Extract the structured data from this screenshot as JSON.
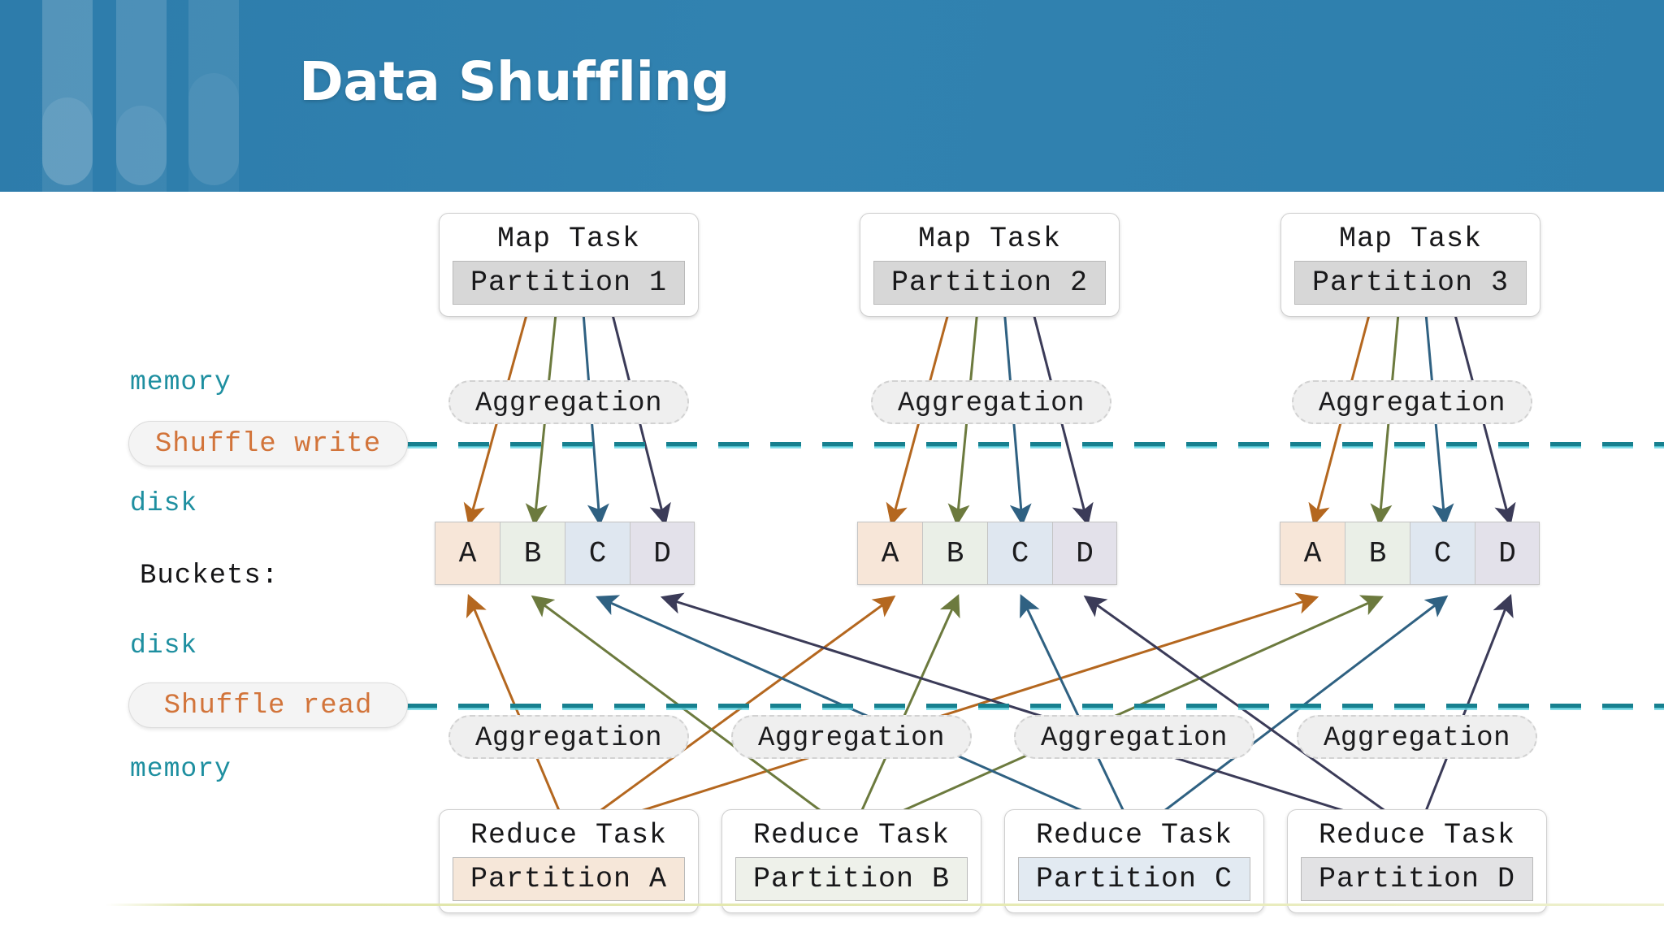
{
  "header": {
    "title": "Data Shuffling",
    "bg_color": "#3182b0",
    "title_color": "#ffffff"
  },
  "labels": {
    "memory_top": "memory",
    "disk_upper": "disk",
    "buckets": "Buckets:",
    "disk_lower": "disk",
    "memory_bottom": "memory",
    "label_color": "#1e8fa0"
  },
  "shuffle": {
    "write": "Shuffle write",
    "read": "Shuffle read",
    "text_color": "#d2743a",
    "rule_color": "#17808f"
  },
  "map_tasks": [
    {
      "title": "Map Task",
      "partition": "Partition 1"
    },
    {
      "title": "Map Task",
      "partition": "Partition 2"
    },
    {
      "title": "Map Task",
      "partition": "Partition 3"
    }
  ],
  "aggregation_top": [
    {
      "label": "Aggregation"
    },
    {
      "label": "Aggregation"
    },
    {
      "label": "Aggregation"
    }
  ],
  "aggregation_bottom": [
    {
      "label": "Aggregation"
    },
    {
      "label": "Aggregation"
    },
    {
      "label": "Aggregation"
    },
    {
      "label": "Aggregation"
    }
  ],
  "bucket_groups": [
    {
      "cells": [
        "A",
        "B",
        "C",
        "D"
      ]
    },
    {
      "cells": [
        "A",
        "B",
        "C",
        "D"
      ]
    },
    {
      "cells": [
        "A",
        "B",
        "C",
        "D"
      ]
    }
  ],
  "bucket_colors": {
    "A": "#f7e6d8",
    "B": "#eaefe7",
    "C": "#dfe7f0",
    "D": "#e3e1ea"
  },
  "reduce_tasks": [
    {
      "title": "Reduce Task",
      "partition": "Partition A",
      "fill": "#f6e7d9"
    },
    {
      "title": "Reduce Task",
      "partition": "Partition B",
      "fill": "#eef1ea"
    },
    {
      "title": "Reduce Task",
      "partition": "Partition C",
      "fill": "#e2eaf2"
    },
    {
      "title": "Reduce Task",
      "partition": "Partition D",
      "fill": "#e2e2e4"
    }
  ],
  "arrow_colors": {
    "A": "#b4671f",
    "B": "#6c7a3e",
    "C": "#2f6182",
    "D": "#3b3b58"
  },
  "map_partition_fill": "#d7d7d7"
}
